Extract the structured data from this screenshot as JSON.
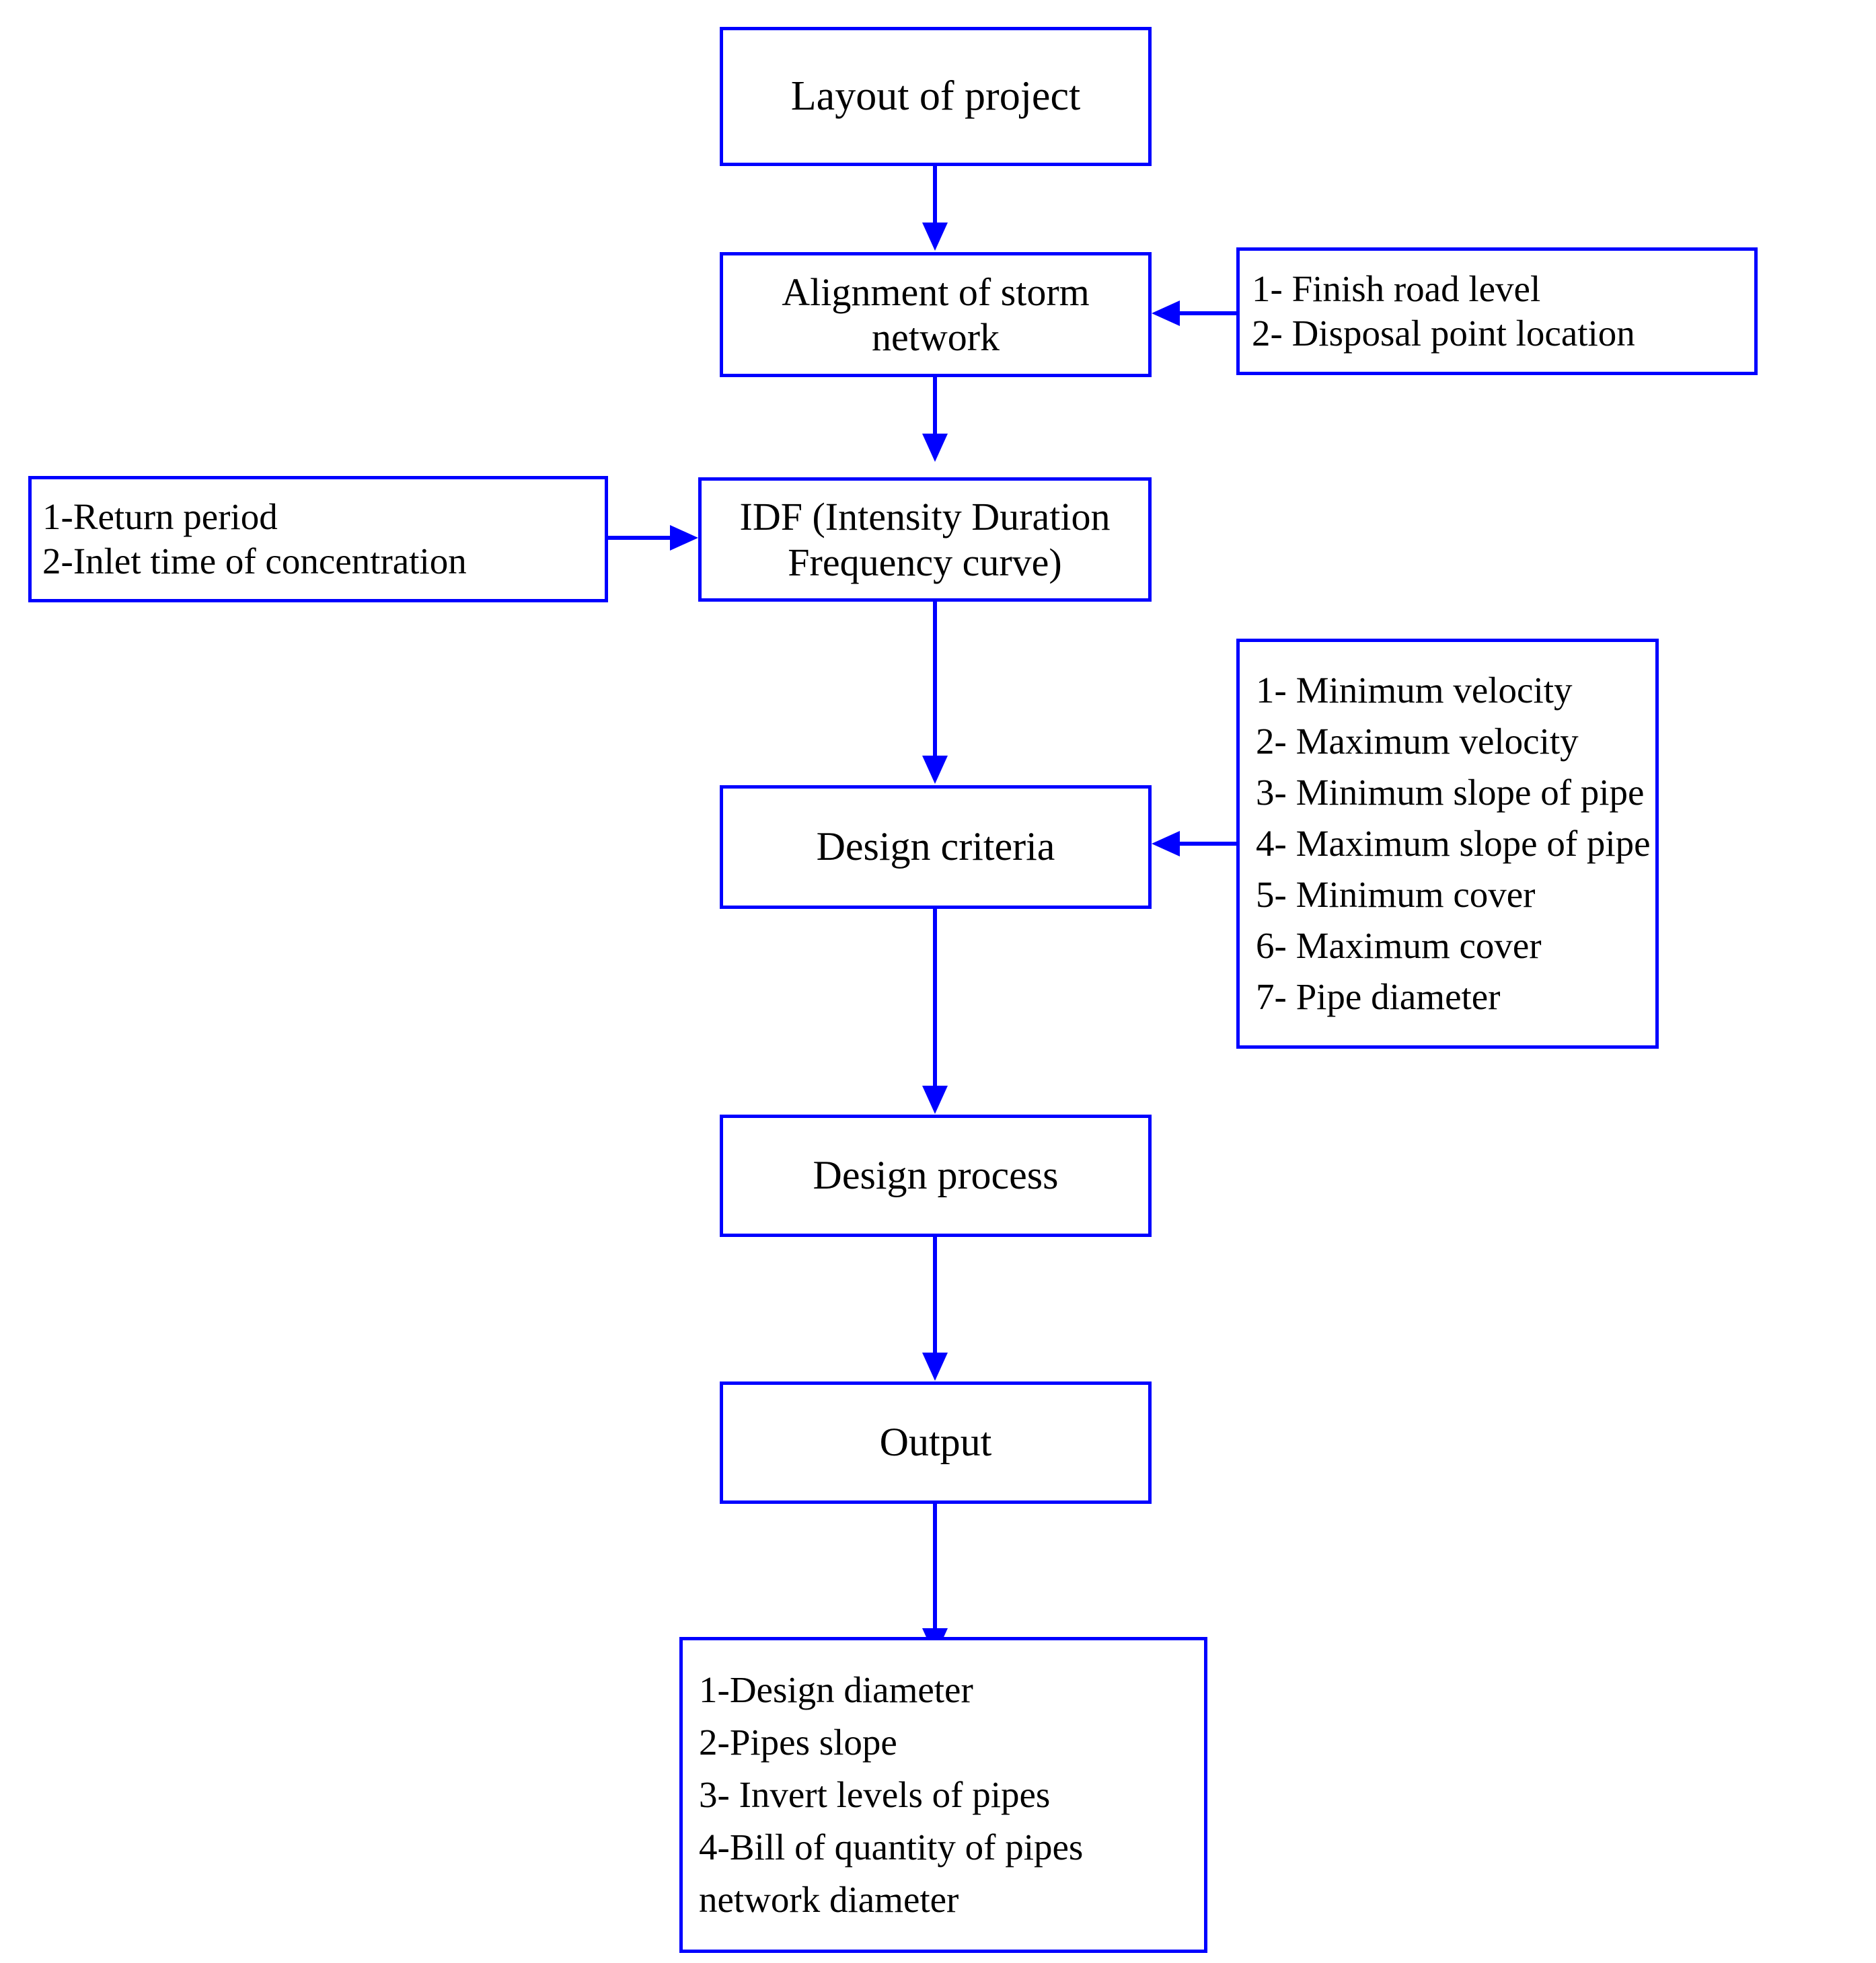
{
  "diagram": {
    "title": "Storm network design flowchart",
    "accent_color": "#0000FF",
    "text_color": "#000000",
    "background_color": "#FFFFFF"
  },
  "nodes": {
    "layout_of_project": "Layout of project",
    "alignment_of_storm_network": "Alignment of storm\nnetwork",
    "idf_curve": "IDF (Intensity Duration\nFrequency curve)",
    "design_criteria": "Design criteria",
    "design_process": "Design process",
    "output": "Output"
  },
  "alignment_inputs": {
    "lines": [
      "1- Finish road level",
      "2- Disposal point location"
    ]
  },
  "idf_inputs": {
    "lines": [
      "1-Return period",
      "2-Inlet time of concentration"
    ]
  },
  "criteria_inputs": {
    "lines": [
      "1- Minimum velocity",
      "2- Maximum velocity",
      "3- Minimum slope of pipe",
      "4- Maximum slope of pipe",
      "5- Minimum cover",
      "6- Maximum cover",
      "7- Pipe diameter"
    ]
  },
  "output_items": {
    "lines": [
      "1-Design diameter",
      "2-Pipes slope",
      "3- Invert levels of pipes",
      "4-Bill of quantity of pipes",
      "network diameter"
    ]
  }
}
